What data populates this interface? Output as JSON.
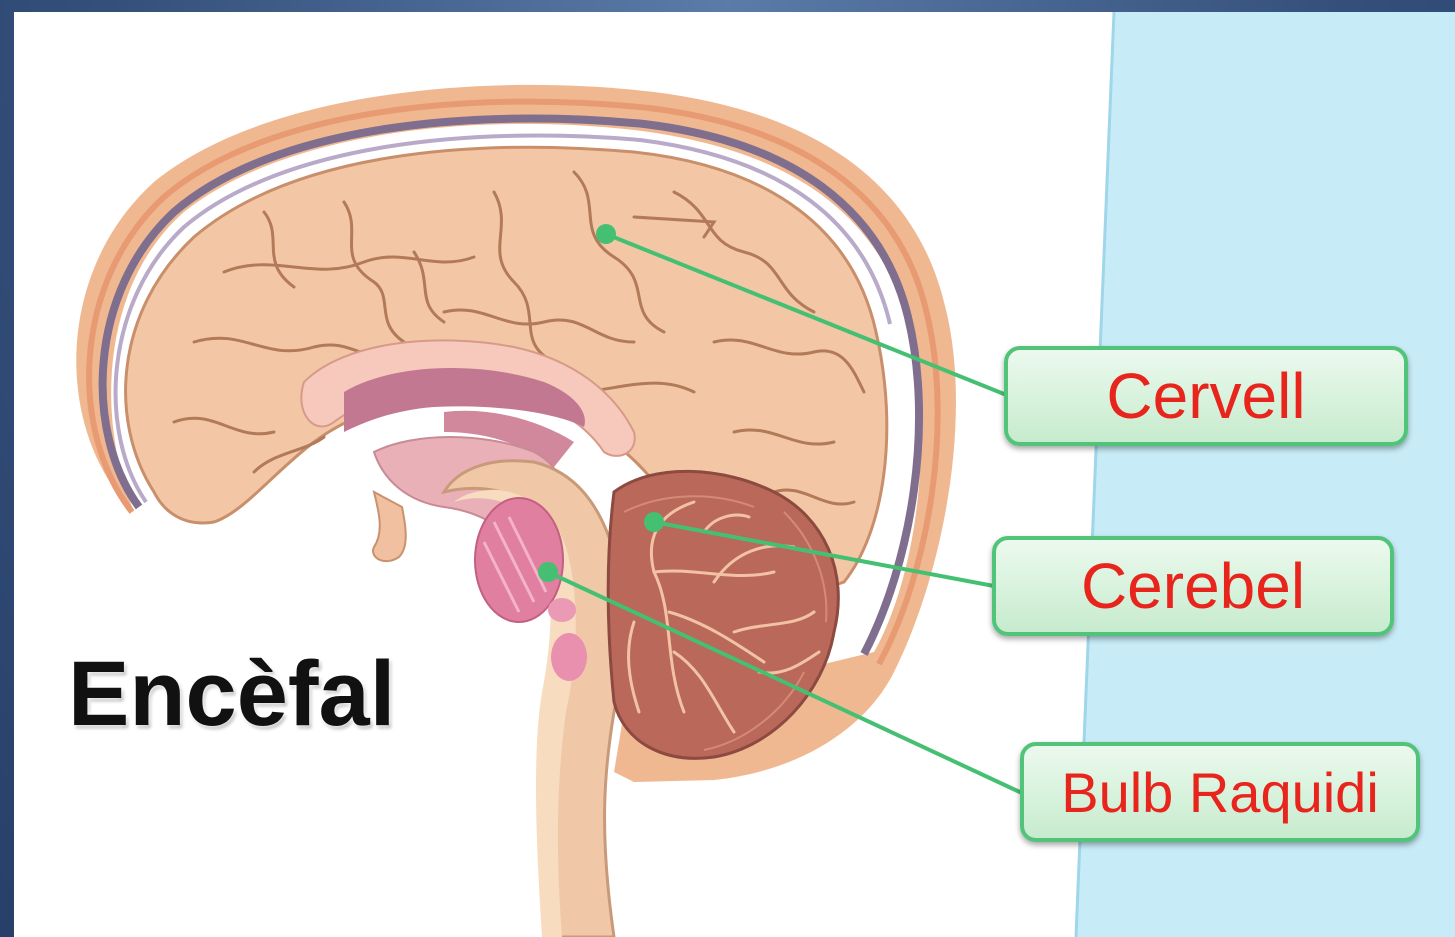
{
  "title": "Encèfal",
  "labels": {
    "cervell": "Cervell",
    "cerebel": "Cerebel",
    "bulb": "Bulb Raquidi"
  },
  "colors": {
    "label_text": "#e8251c",
    "label_border": "#52c47a",
    "leader_line": "#45c072",
    "side_panel": "#c8ecf7",
    "brain": "#f2c4a2"
  }
}
